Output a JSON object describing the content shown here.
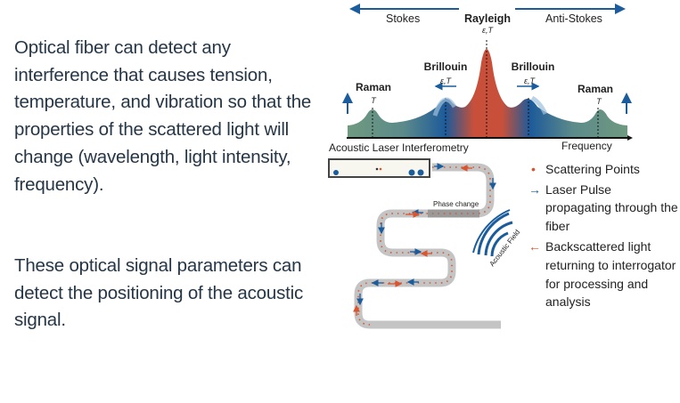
{
  "text": {
    "paragraph_1": "Optical fiber can detect any interference that causes tension, temperature, and vibration so that the properties of the scattered light will change (wavelength, light intensity, frequency).",
    "paragraph_2": "These optical signal parameters can detect the positioning of the acoustic signal."
  },
  "spectrum": {
    "stokes": "Stokes",
    "anti_stokes": "Anti-Stokes",
    "rayleigh": "Rayleigh",
    "rayleigh_param": "ε,T",
    "brillouin_left": "Brillouin",
    "brillouin_right": "Brillouin",
    "brillouin_param_left": "ε,T",
    "brillouin_param_right": "ε,T",
    "raman_left": "Raman",
    "raman_right": "Raman",
    "raman_param_left": "T",
    "raman_param_right": "T",
    "frequency": "Frequency",
    "title": "Acoustic Laser Interferometry"
  },
  "fiber": {
    "phase_change": "Phase change",
    "acoustic_field": "Acoustic Field"
  },
  "legend": {
    "scattering": "Scattering Points",
    "laser_pulse": "Laser Pulse propagating through the fiber",
    "backscattered": "Backscattered light returning to interrogator for processing and analysis"
  },
  "colors": {
    "blue": "#1a5c9c",
    "red": "#d9552f",
    "green": "#6f9a80",
    "text": "#253646"
  }
}
